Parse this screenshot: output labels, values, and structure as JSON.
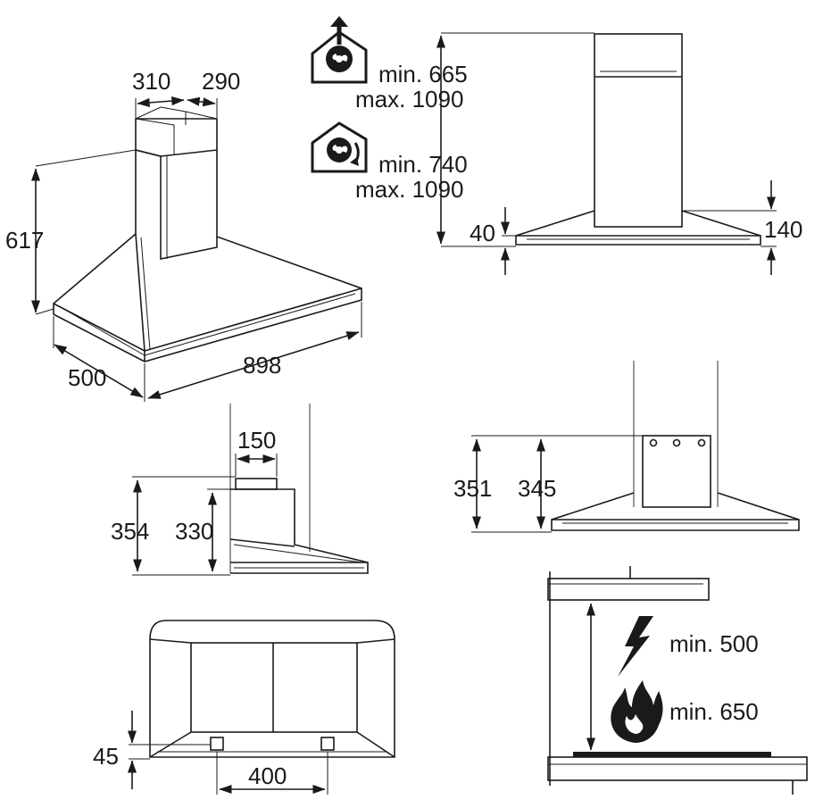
{
  "views": {
    "perspective": {
      "chimney_width": "310",
      "chimney_depth": "290",
      "canopy_height": "617",
      "depth": "500",
      "width": "898"
    },
    "installation": {
      "extraction_min": "min. 665",
      "extraction_max": "max. 1090",
      "recirculation_min": "min. 740",
      "recirculation_max": "max. 1090",
      "edge_left": "40",
      "edge_right": "140",
      "extraction_icon": "house-extraction-fan-icon",
      "recirculation_icon": "house-recirculation-fan-icon"
    },
    "side": {
      "outlet": "150",
      "total_height": "354",
      "inner_height": "330"
    },
    "front": {
      "bracket_outer": "351",
      "bracket_inner": "345"
    },
    "bottom": {
      "offset": "45",
      "spacing": "400"
    },
    "clearance": {
      "electric_min": "min. 500",
      "gas_min": "min. 650",
      "electric_icon": "lightning-icon",
      "gas_icon": "flame-icon"
    }
  }
}
